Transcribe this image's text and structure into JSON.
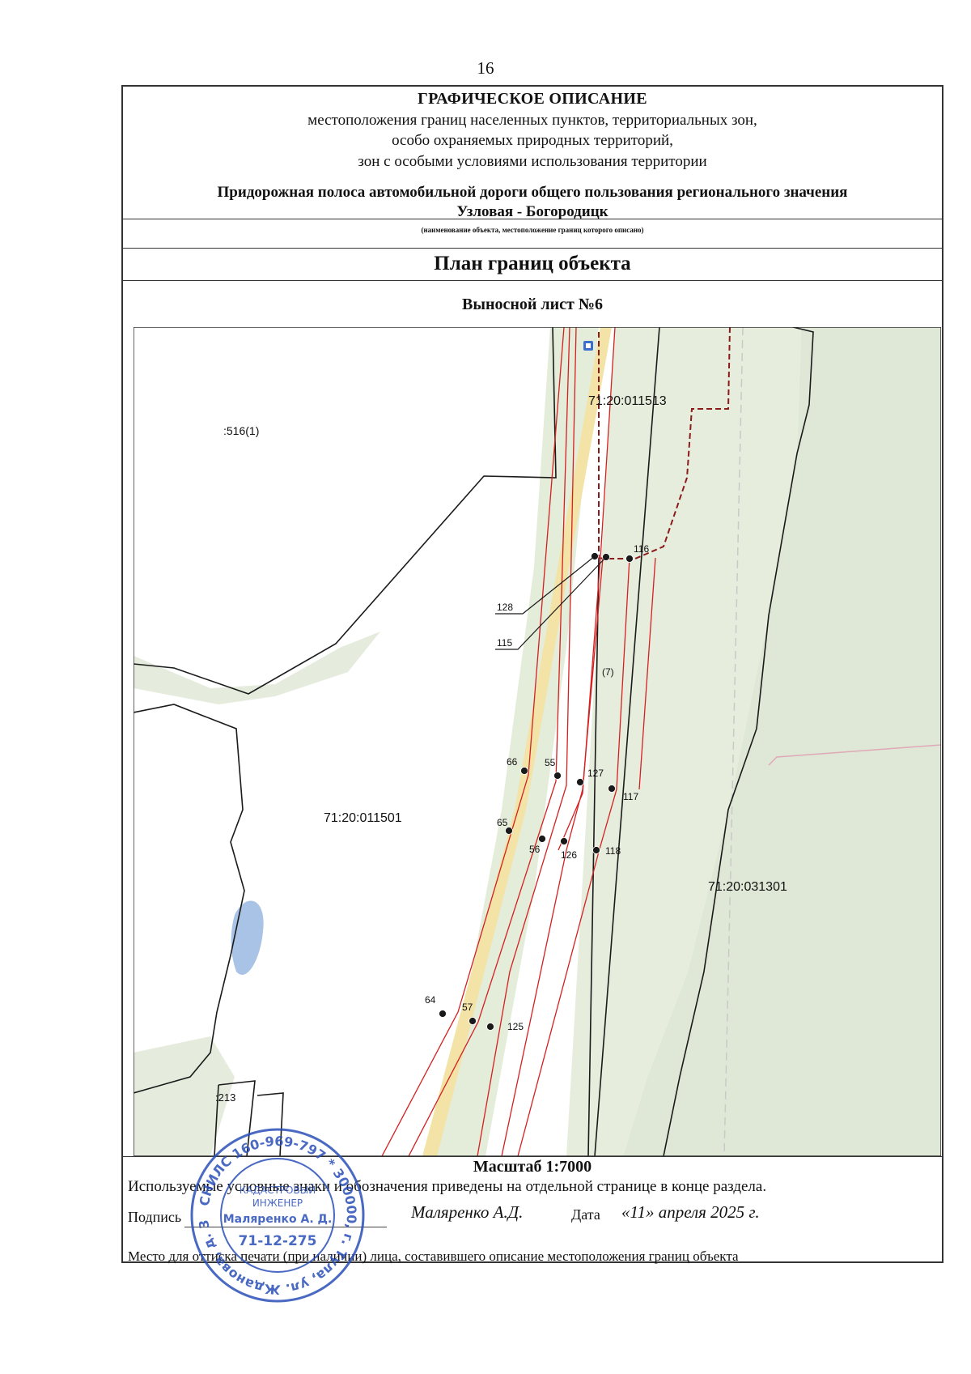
{
  "page_number": "16",
  "header": {
    "title": "ГРАФИЧЕСКОЕ ОПИСАНИЕ",
    "subtitle_lines": [
      "местоположения границ населенных пунктов, территориальных зон,",
      "особо охраняемых природных территорий,",
      "зон с особыми условиями использования территории"
    ],
    "object_name_lines": [
      "Придорожная полоса автомобильной дороги общего пользования регионального значения",
      "Узловая - Богородицк"
    ],
    "object_caption": "(наименование объекта, местоположение границ которого описано)"
  },
  "plan_title": "План границ объекта",
  "sheet_title": "Выносной лист №6",
  "map": {
    "parcel_labels": {
      "p516": ":516(1)",
      "p011513": "71:20:011513",
      "p011501": "71:20:011501",
      "p031301": "71:20:031301",
      "p7": "(7)",
      "p213": ":213"
    },
    "points": {
      "p116": "116",
      "p128": "128",
      "p115": "115",
      "p66": "66",
      "p55": "55",
      "p127": "127",
      "p117": "117",
      "p65": "65",
      "p56": "56",
      "p126": "126",
      "p118": "118",
      "p64": "64",
      "p57": "57",
      "p125": "125"
    },
    "colors": {
      "boundary": "#d42020",
      "parcel": "#1a1a1a",
      "vegetation": "#dfe8d6",
      "water": "#a9c3e6",
      "road": "#f3e3a6"
    }
  },
  "scale": "Масштаб 1:7000",
  "legend_note": "Используемые условные знаки и обозначения приведены на отдельной странице в конце раздела.",
  "signature": {
    "label": "Подпись",
    "signer": "Маляренко А.Д.",
    "date_label": "Дата",
    "date_value": "«11» апреля 2025 г."
  },
  "seal_place": "Место для оттиска печати (при наличии) лица, составившего описание местоположения границ объекта",
  "stamp": {
    "ring_text": "СНИЛС 160-969-797 * 300000, г. Тула, ул. Жданова, д. 3",
    "center_lines": [
      "КАДАСТРОВЫЙ",
      "ИНЖЕНЕР",
      "Маляренко А. Д.",
      "71-12-275"
    ]
  }
}
